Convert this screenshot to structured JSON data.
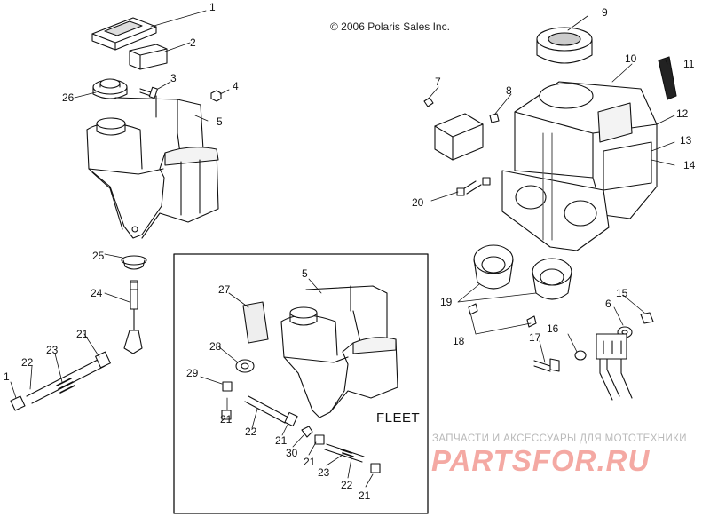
{
  "copyright": "© 2006 Polaris Sales Inc.",
  "box_label": "FLEET",
  "watermark": {
    "line": "ЗАПЧАСТИ И АКСЕССУАРЫ ДЛЯ МОТОТЕХНИКИ",
    "logo": "PARTSFOR.RU"
  },
  "callouts": {
    "c1": "1",
    "c2": "2",
    "c3": "3",
    "c4": "4",
    "c5a": "5",
    "c26": "26",
    "c25": "25",
    "c24": "24",
    "c21a": "21",
    "c23a": "23",
    "c22a": "22",
    "c1b": "1",
    "c27": "27",
    "c5b": "5",
    "c28": "28",
    "c29": "29",
    "c21b": "21",
    "c22b": "22",
    "c21c": "21",
    "c30": "30",
    "c21d": "21",
    "c23b": "23",
    "c22c": "22",
    "c21e": "21",
    "c9": "9",
    "c10": "10",
    "c11": "11",
    "c7": "7",
    "c8": "8",
    "c12": "12",
    "c13": "13",
    "c14": "14",
    "c20": "20",
    "c19": "19",
    "c18": "18",
    "c15": "15",
    "c6": "6",
    "c16": "16",
    "c17": "17"
  }
}
